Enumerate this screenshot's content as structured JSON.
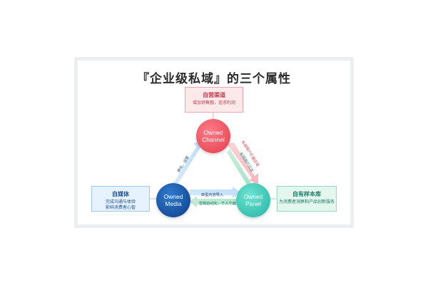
{
  "title": "『企业级私域』的三个属性",
  "nodes": {
    "channel": {
      "line1": "Owned",
      "line2": "Channel"
    },
    "media": {
      "line1": "Owned",
      "line2": "Media"
    },
    "panel": {
      "line1": "Owned",
      "line2": "Panel"
    }
  },
  "boxes": {
    "top": {
      "title": "自营渠道",
      "desc": "增加销售额，追求利润"
    },
    "left": {
      "title": "自媒体",
      "desc1": "完成沟通与体验",
      "desc2": "影响消费者心智"
    },
    "right": {
      "title": "自有样本库",
      "desc": "为消费者洞察和产品创新服务"
    }
  },
  "arrows": {
    "media_to_channel": "转化，运营",
    "panel_channel_1": "私域用户价值区域",
    "panel_channel_2": "私域用户沉淀",
    "media_to_panel": "转型内容导入",
    "panel_to_media": "营销自动化，千人千面"
  },
  "colors": {
    "channel": "#e23d4d",
    "media": "#0d3d86",
    "panel": "#23b3a5"
  }
}
